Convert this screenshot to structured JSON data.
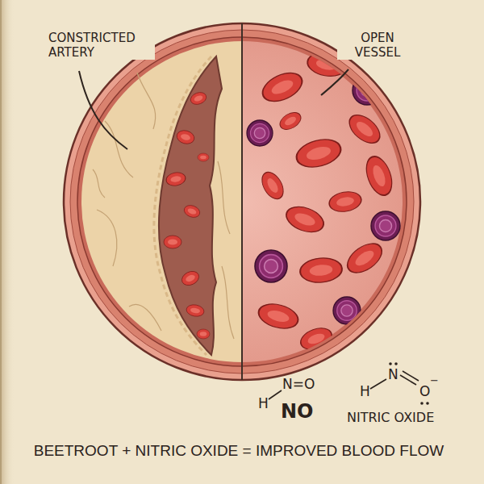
{
  "diagram": {
    "caption": "BEETROOT + NITRIC OXIDE = IMPROVED BLOOD FLOW",
    "labels": [
      "CONSTRICTED ARTERY",
      "OPEN VESSEL",
      "H",
      "N=O",
      "NO",
      "H",
      "N",
      "O",
      "−",
      "NITRIC OXIDE"
    ]
  }
}
